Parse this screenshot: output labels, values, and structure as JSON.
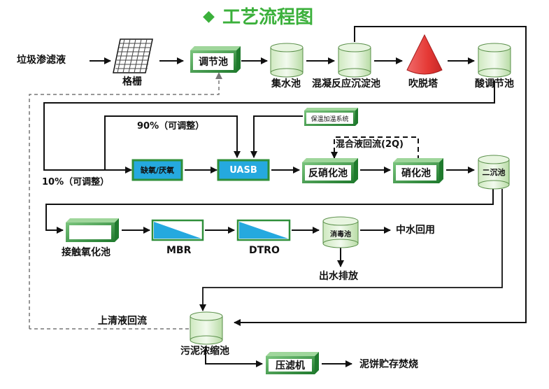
{
  "title": "工艺流程图",
  "title_marker": "◆",
  "nodes": {
    "raw_input": "垃圾渗滤液",
    "grille": "格栅",
    "regulating_tank": "调节池",
    "collection_tank": "集水池",
    "coag_tank": "混凝反应沉淀池",
    "stripping_tower": "吹脱塔",
    "acid_regulating_tank": "酸调节池",
    "anoxic": "缺氧/厌氧",
    "uasb": "UASB",
    "heating_system": "保温加温系统",
    "denitrification": "反硝化池",
    "nitrification": "硝化池",
    "secondary_clarifier": "二沉池",
    "contact_oxidation": "接触氧化池",
    "mbr": "MBR",
    "dtro": "DTRO",
    "disinfection": "消毒池",
    "reuse": "中水回用",
    "discharge": "出水排放",
    "sludge_thickener": "污泥浓缩池",
    "filter_press": "压滤机",
    "cake_disposal": "泥饼贮存焚烧"
  },
  "flow_labels": {
    "split_90": "90%（可调整）",
    "split_10": "10%（可调整）",
    "mixed_return": "混合液回流(2Q)",
    "supernatant_return": "上清液回流"
  },
  "colors": {
    "title_green": "#3bb03b",
    "box_green": "#2f8f3a",
    "tank_fill": "#e4f3dc",
    "blue_fill": "#25a9df",
    "line": "#111111",
    "dash": "#777777"
  }
}
